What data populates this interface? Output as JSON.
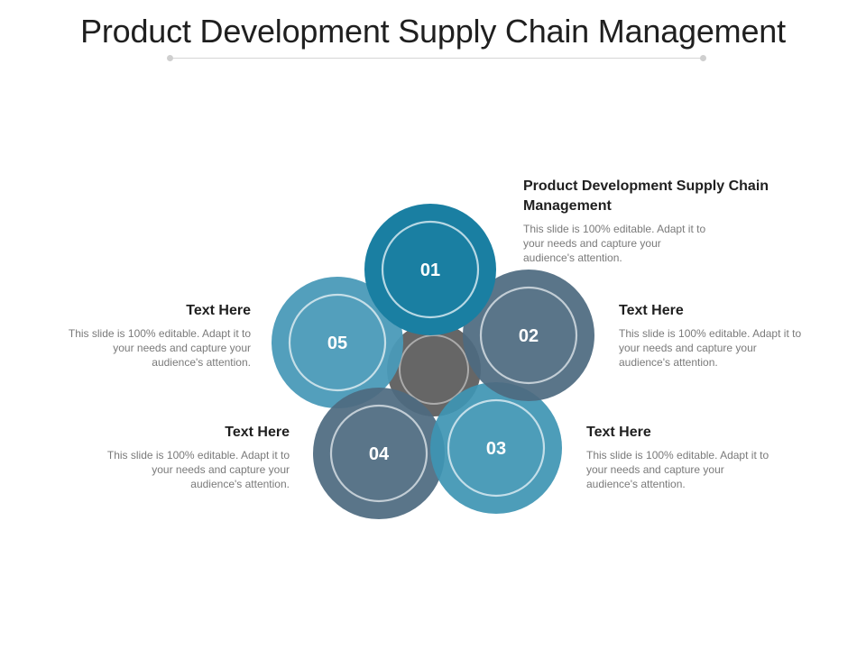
{
  "title": "Product Development Supply Chain Management",
  "colors": {
    "c01": "#1a7fa2",
    "c02": "#4e6a80",
    "c03": "#3e95b3",
    "c04": "#4e6a80",
    "c05": "#4a9ab8",
    "center": "#666666"
  },
  "items": [
    {
      "num": "01",
      "heading": "Product Development Supply Chain Management",
      "body": "This slide is 100% editable. Adapt it to your needs and capture your audience's attention."
    },
    {
      "num": "02",
      "heading": "Text Here",
      "body": "This slide is 100% editable. Adapt it to your needs and capture your audience's attention."
    },
    {
      "num": "03",
      "heading": "Text Here",
      "body": "This slide is 100% editable. Adapt it to your needs and capture your audience's attention."
    },
    {
      "num": "04",
      "heading": "Text Here",
      "body": "This slide is 100% editable. Adapt it to your needs and capture your audience's attention."
    },
    {
      "num": "05",
      "heading": "Text Here",
      "body": "This slide is 100% editable. Adapt it to your needs and capture your audience's attention."
    }
  ]
}
